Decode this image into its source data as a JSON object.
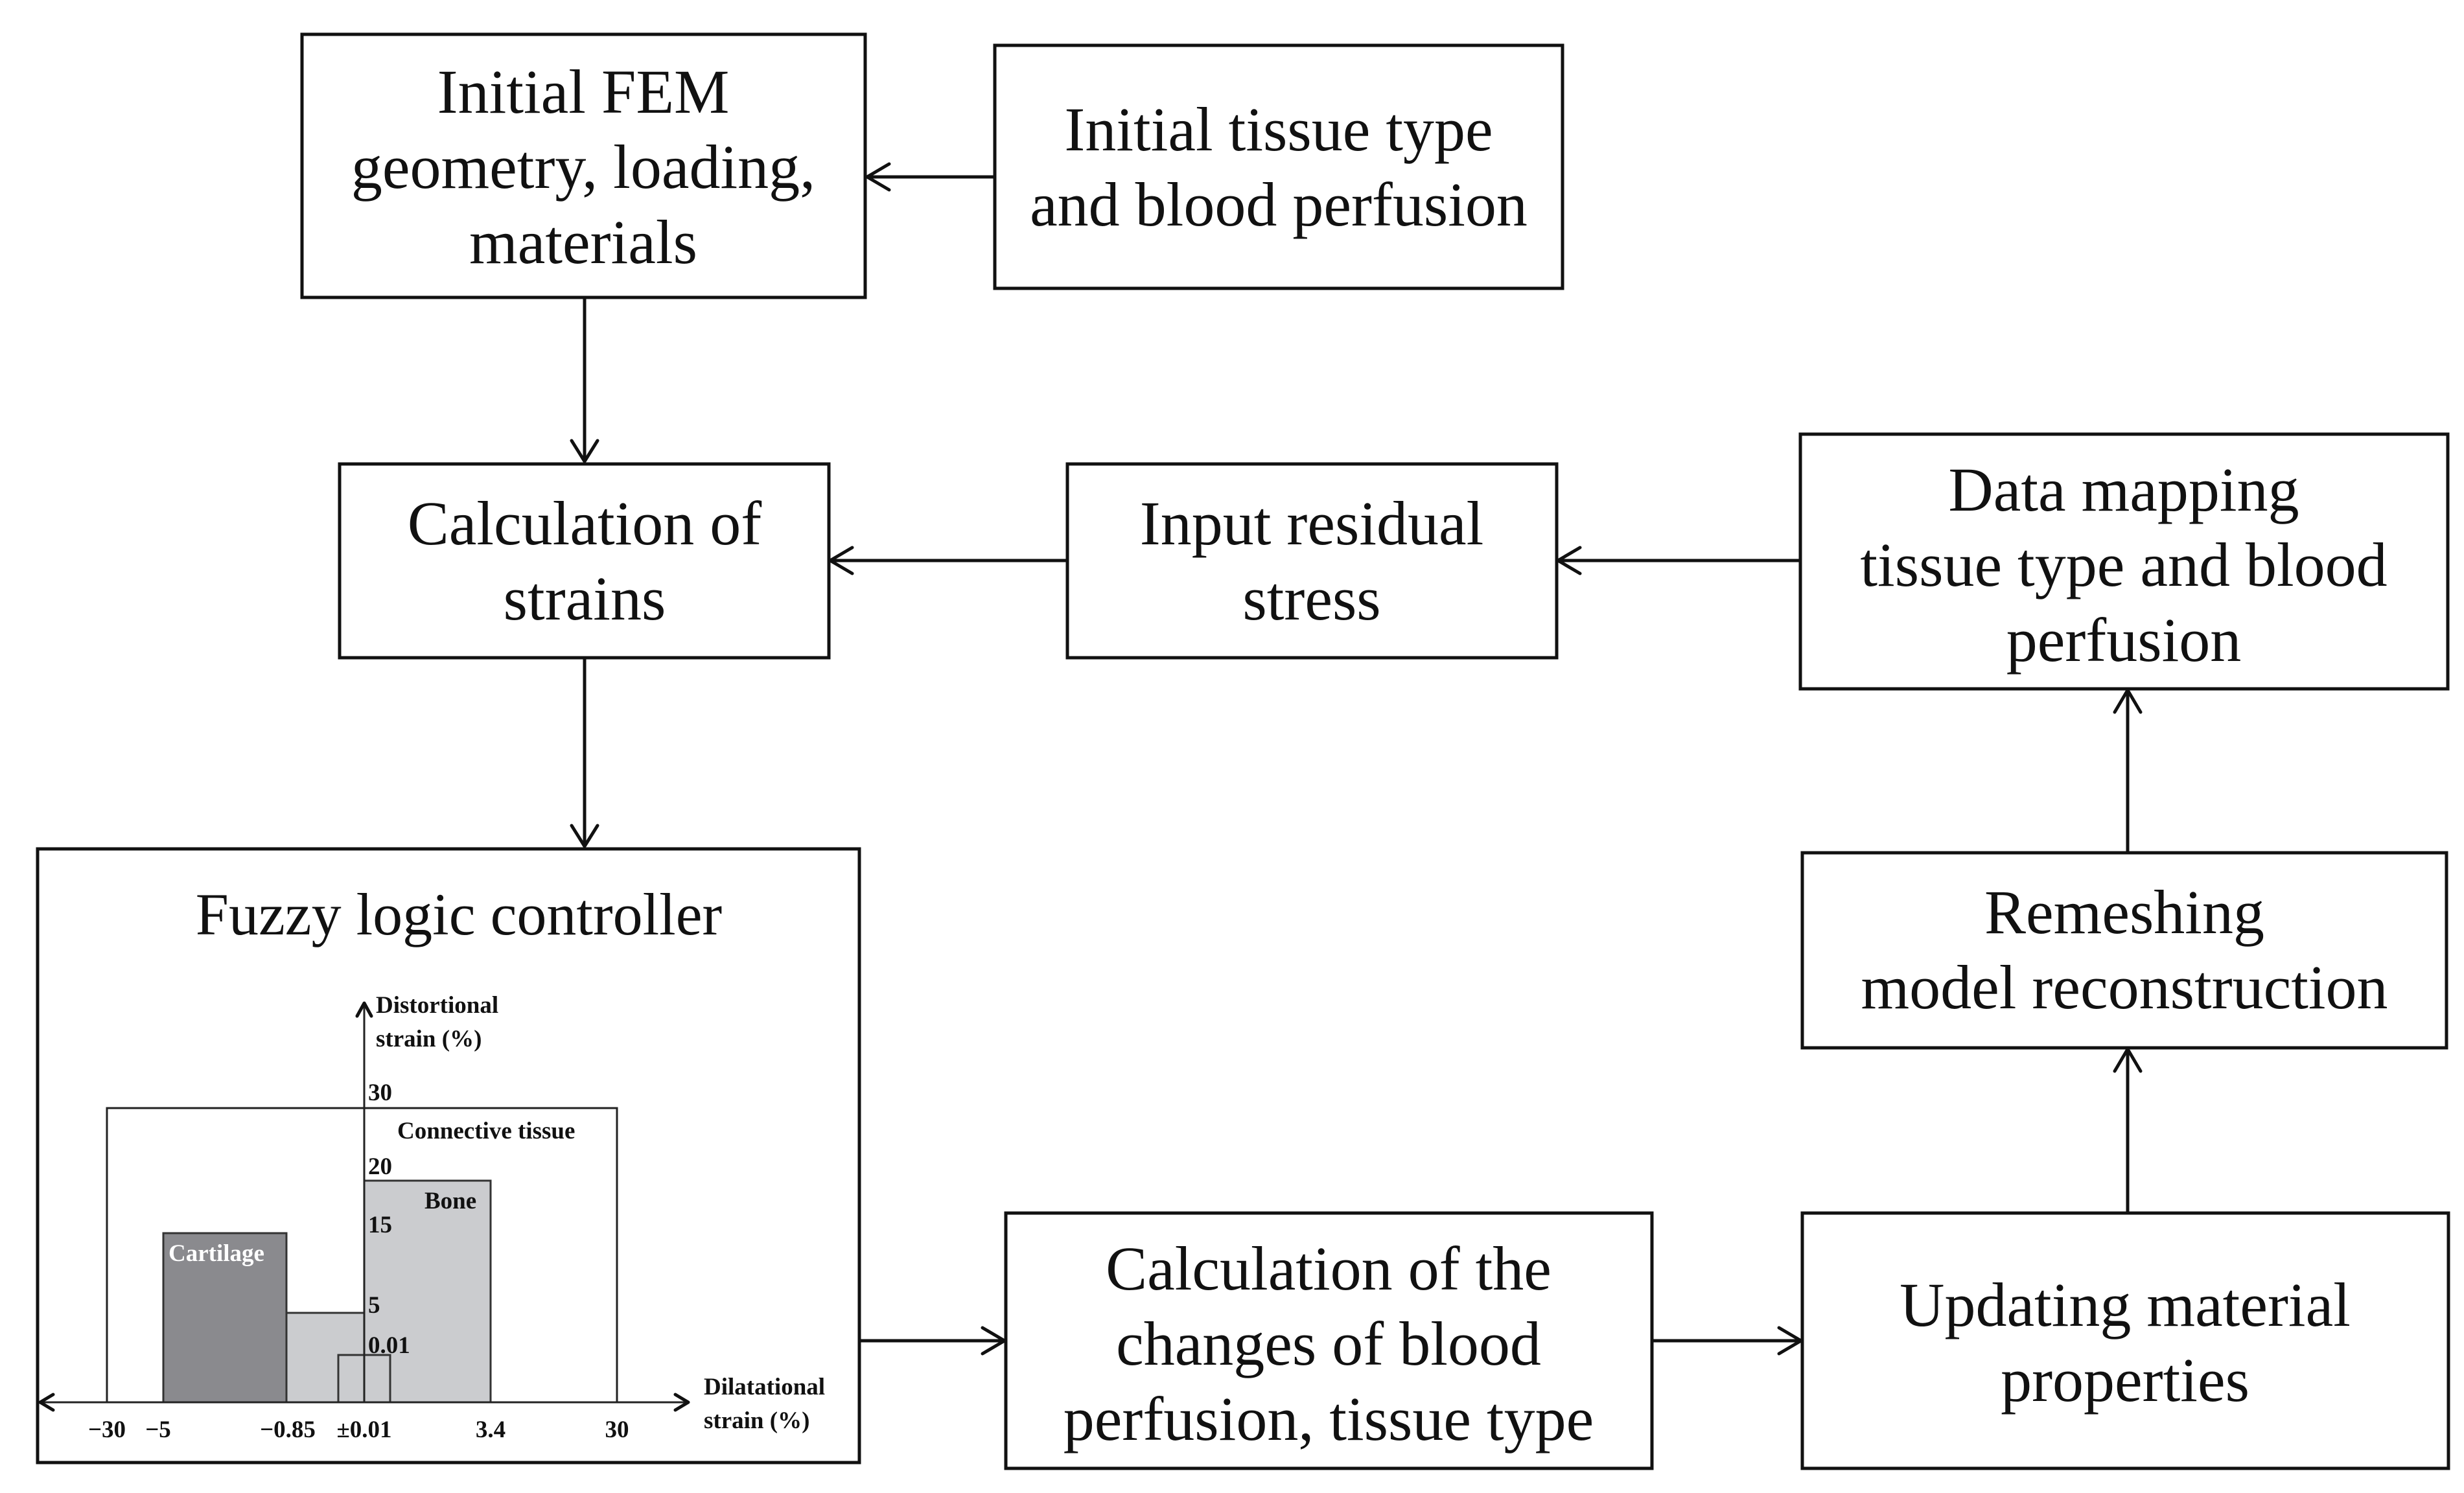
{
  "nodes": {
    "initial_fem": {
      "lines": [
        "Initial FEM",
        "geometry, loading,",
        "materials"
      ]
    },
    "initial_tissue": {
      "lines": [
        "Initial tissue type",
        "and blood perfusion"
      ]
    },
    "calc_strains": {
      "lines": [
        "Calculation of",
        "strains"
      ]
    },
    "input_residual": {
      "lines": [
        "Input residual",
        "stress"
      ]
    },
    "data_mapping": {
      "lines": [
        "Data mapping",
        "tissue type and blood",
        "perfusion"
      ]
    },
    "remeshing": {
      "lines": [
        "Remeshing",
        "model reconstruction"
      ]
    },
    "calc_changes": {
      "lines": [
        "Calculation of the",
        "changes of blood",
        "perfusion, tissue type"
      ]
    },
    "updating": {
      "lines": [
        "Updating material",
        "properties"
      ]
    }
  },
  "fuzzy": {
    "title": "Fuzzy logic controller",
    "y_axis_label": [
      "Distortional",
      "strain (%)"
    ],
    "x_axis_label": [
      "Dilatational",
      "strain (%)"
    ],
    "y_ticks": [
      "30",
      "20",
      "15",
      "5",
      "0.01"
    ],
    "x_ticks": [
      "−30",
      "−5",
      "−0.85",
      "±0.01",
      "3.4",
      "30"
    ],
    "regions": {
      "connective": "Connective tissue",
      "bone": "Bone",
      "cartilage": "Cartilage"
    },
    "colors": {
      "cartilage": "#8a8a8e",
      "bone": "#cbcccf",
      "mid": "#cbcccf"
    }
  },
  "edges": [
    {
      "from": "initial_tissue",
      "to": "initial_fem"
    },
    {
      "from": "initial_fem",
      "to": "calc_strains"
    },
    {
      "from": "input_residual",
      "to": "calc_strains"
    },
    {
      "from": "data_mapping",
      "to": "input_residual"
    },
    {
      "from": "calc_strains",
      "to": "fuzzy_controller"
    },
    {
      "from": "fuzzy_controller",
      "to": "calc_changes"
    },
    {
      "from": "calc_changes",
      "to": "updating"
    },
    {
      "from": "updating",
      "to": "remeshing"
    },
    {
      "from": "remeshing",
      "to": "data_mapping"
    }
  ]
}
